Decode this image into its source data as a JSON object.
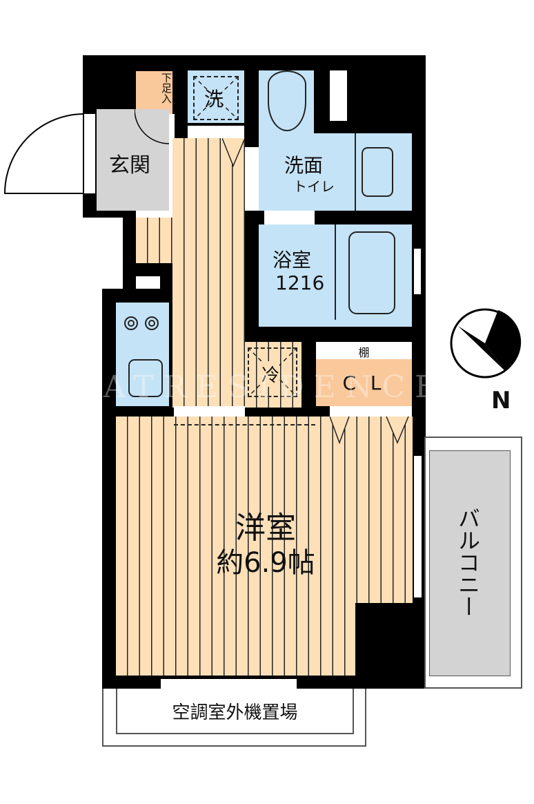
{
  "rooms": {
    "shoe_storage": "下足入",
    "entrance": "玄関",
    "washer": "洗",
    "washroom": "洗面",
    "toilet": "トイレ",
    "bathroom": "浴室",
    "bath_size": "1216",
    "fridge": "冷",
    "shelf": "棚",
    "closet": "C L",
    "western_room": "洋室",
    "western_room_size": "約6.9帖",
    "balcony": "バルコニー",
    "ac_unit_area": "空調室外機置場"
  },
  "compass": {
    "label": "N"
  },
  "watermark": "ATRESIDENCE",
  "colors": {
    "wall": "#000000",
    "wet_area": "#c5e3f6",
    "flooring": "#fde0b8",
    "entrance": "#d4d4d4",
    "storage": "#f9c89b",
    "balcony": "#d3d3d3"
  }
}
